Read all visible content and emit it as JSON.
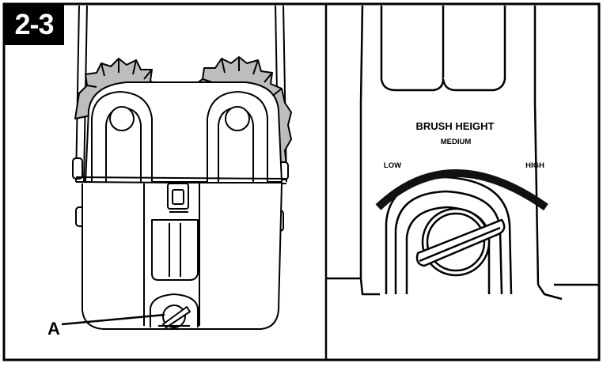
{
  "figure": {
    "number": "2-3"
  },
  "left_panel": {
    "callout_label": "A"
  },
  "right_panel": {
    "title": "BRUSH HEIGHT",
    "label_low": "LOW",
    "label_medium": "MEDIUM",
    "label_high": "HIGH"
  },
  "colors": {
    "line": "#000000",
    "background": "#ffffff",
    "wheel_fill": "#bdbdbd",
    "arc": "#111111"
  }
}
